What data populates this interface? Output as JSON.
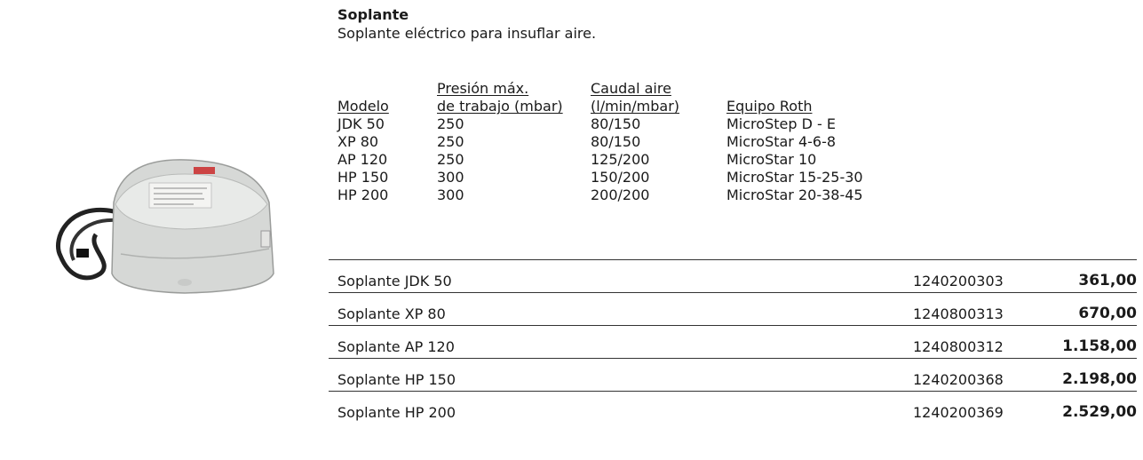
{
  "product": {
    "title": "Soplante",
    "description": "Soplante eléctrico para insuflar aire."
  },
  "specs": {
    "header_line1": [
      "",
      "Presión máx.",
      "Caudal aire",
      ""
    ],
    "header_line2": [
      "Modelo",
      "de trabajo (mbar)",
      "(l/min/mbar)",
      "Equipo Roth"
    ],
    "rows": [
      [
        "JDK 50",
        "250",
        "80/150",
        "MicroStep D - E"
      ],
      [
        "XP 80",
        "250",
        "80/150",
        "MicroStar 4-6-8"
      ],
      [
        "AP 120",
        "250",
        "125/200",
        "MicroStar 10"
      ],
      [
        "HP 150",
        "300",
        "150/200",
        "MicroStar 15-25-30"
      ],
      [
        "HP 200",
        "300",
        "200/200",
        "MicroStar 20-38-45"
      ]
    ]
  },
  "price_list": [
    {
      "name": "Soplante JDK 50",
      "code": "1240200303",
      "price": "361,00"
    },
    {
      "name": "Soplante XP 80",
      "code": "1240800313",
      "price": "670,00"
    },
    {
      "name": "Soplante AP 120",
      "code": "1240800312",
      "price": "1.158,00"
    },
    {
      "name": "Soplante HP 150",
      "code": "1240200368",
      "price": "2.198,00"
    },
    {
      "name": "Soplante HP 200",
      "code": "1240200369",
      "price": "2.529,00"
    }
  ]
}
